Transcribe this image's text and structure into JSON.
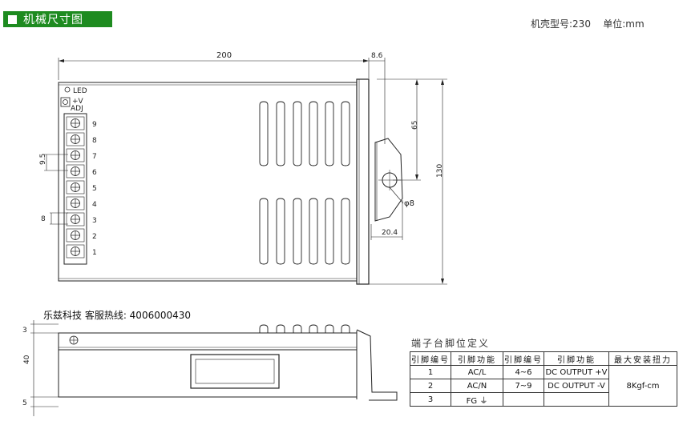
{
  "header": {
    "title": "机械尺寸图"
  },
  "model_info": {
    "model": "机壳型号:230",
    "unit": "单位:mm"
  },
  "hotline": "乐兹科技 客服热线: 4006000430",
  "top_view": {
    "dims": {
      "length": "200",
      "flange": "8.6",
      "width": "130",
      "hole_offset": "65",
      "hole_dia": "φ8",
      "hole_x": "20.4",
      "pitch": "9.5",
      "terminal_width": "8"
    },
    "labels": {
      "led": "LED",
      "vadj_v": "+V",
      "vadj_adj": "ADJ"
    },
    "terminal_numbers": [
      "9",
      "8",
      "7",
      "6",
      "5",
      "4",
      "3",
      "2",
      "1"
    ]
  },
  "side_view": {
    "dims": {
      "top": "3",
      "height": "40",
      "bottom": "5"
    }
  },
  "pin_table": {
    "title": "端子台脚位定义",
    "headers": [
      "引脚编号",
      "引脚功能",
      "引脚编号",
      "引脚功能",
      "最大安装扭力"
    ],
    "rows": [
      {
        "pin1": "1",
        "func1": "AC/L",
        "pin2": "4~6",
        "func2": "DC OUTPUT +V"
      },
      {
        "pin1": "2",
        "func1": "AC/N",
        "pin2": "7~9",
        "func2": "DC OUTPUT -V"
      },
      {
        "pin1": "3",
        "func1": "FG",
        "pin2": "",
        "func2": ""
      }
    ],
    "torque": "8Kgf-cm"
  }
}
